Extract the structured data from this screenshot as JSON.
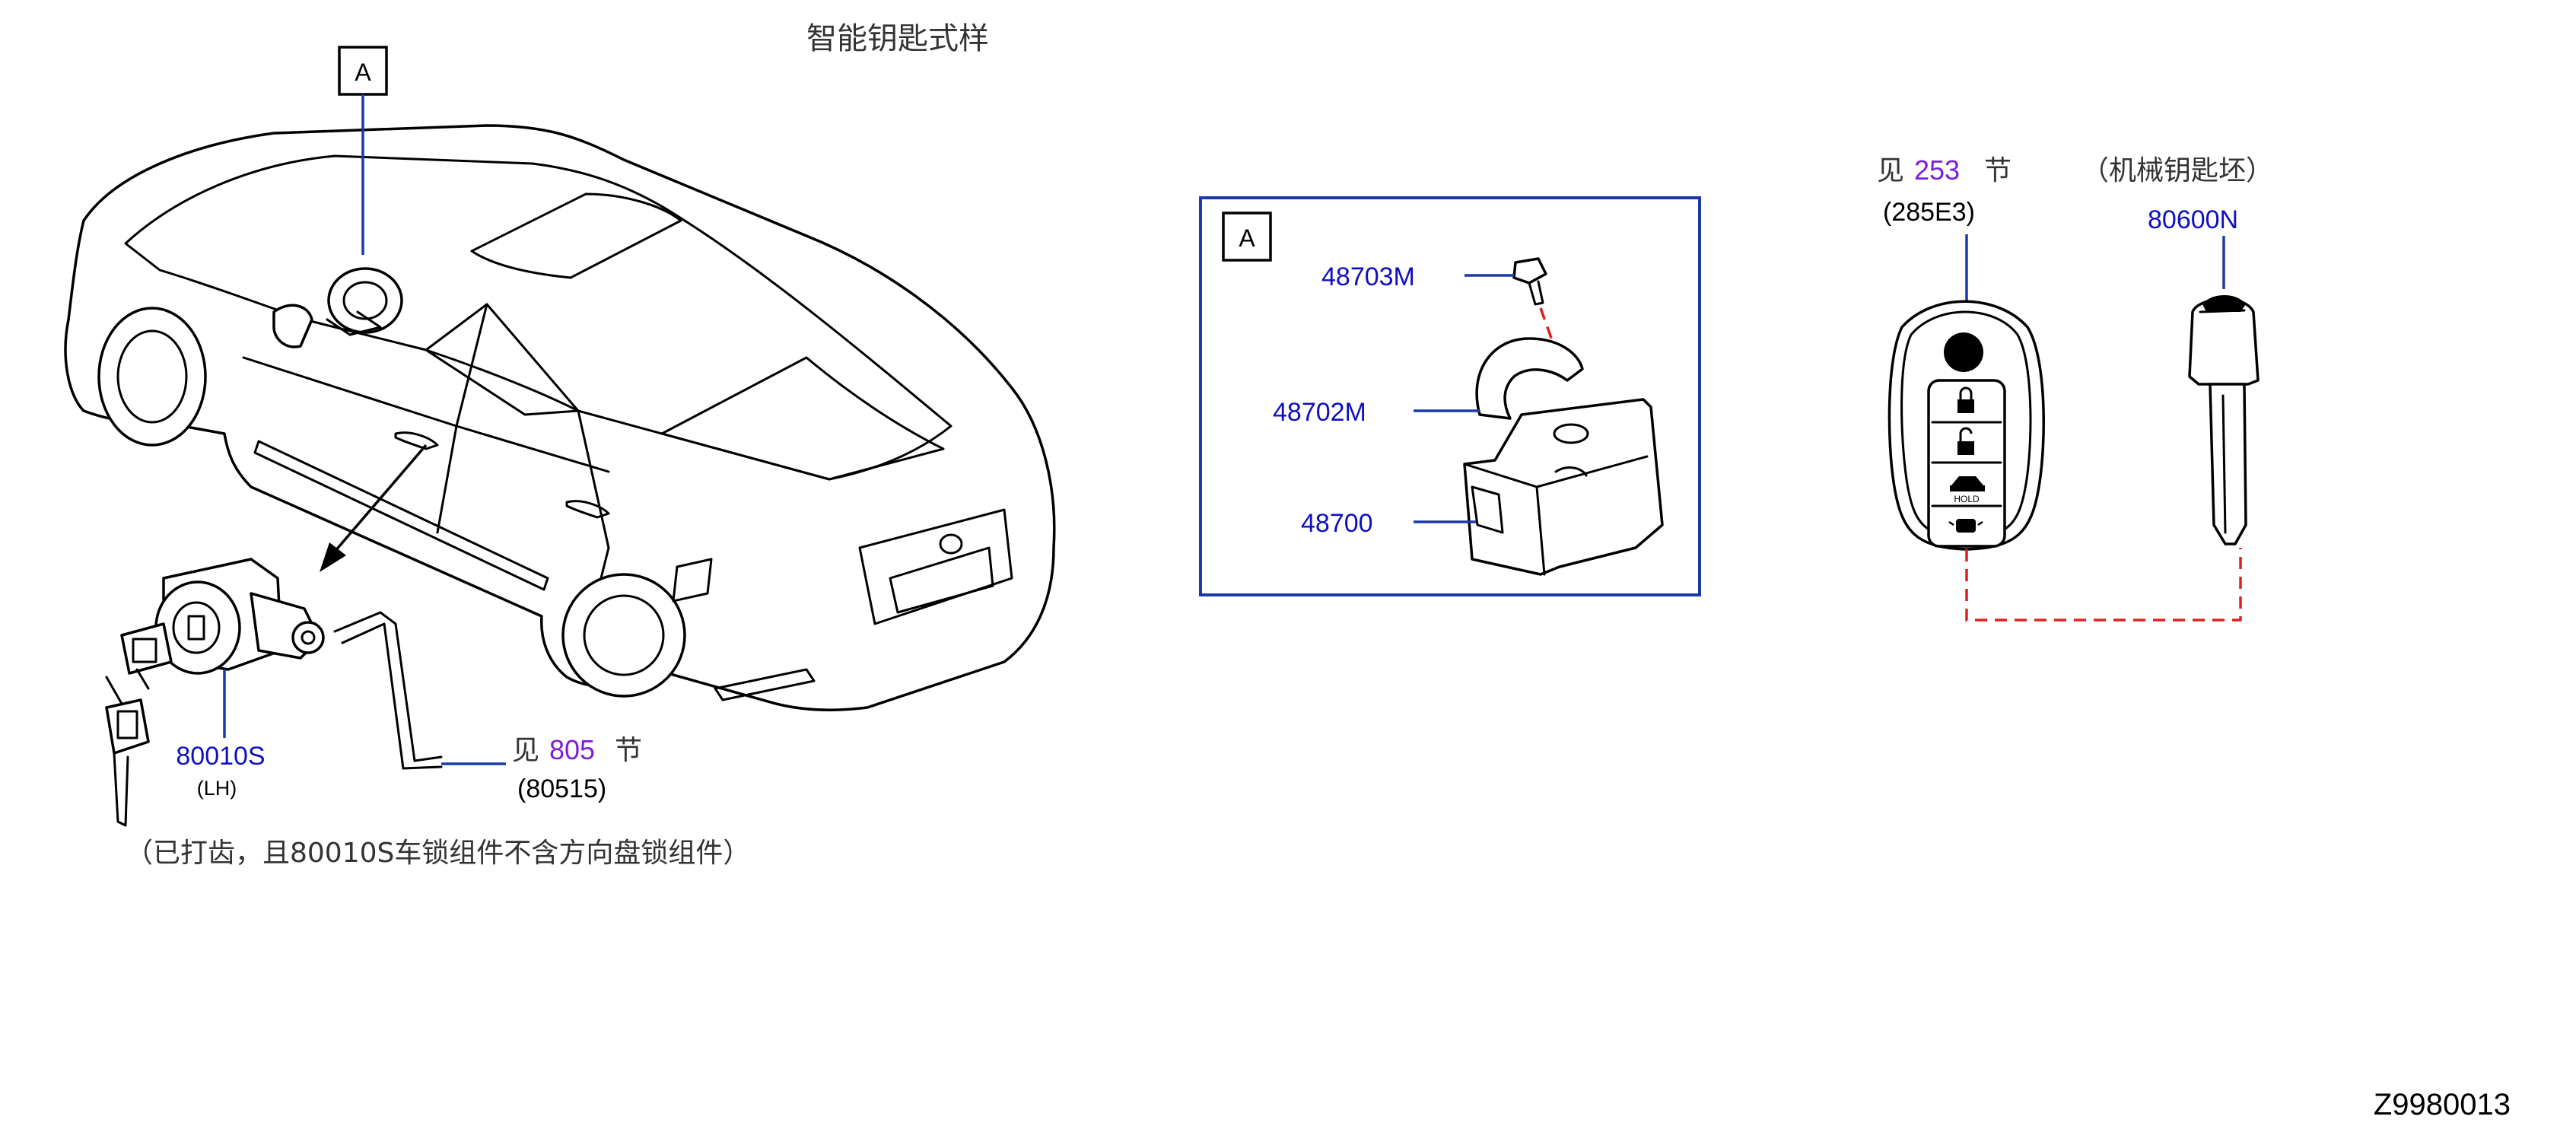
{
  "title": "智能钥匙式样",
  "callouts": {
    "a_main": "A",
    "a_detail": "A"
  },
  "parts": {
    "p80010S": "80010S",
    "p80010S_sub": "(LH)",
    "see_805_prefix": "见",
    "see_805_num": "805",
    "see_805_suffix": "节",
    "p80515": "(80515)",
    "p48703M": "48703M",
    "p48702M": "48702M",
    "p48700": "48700",
    "see_253_prefix": "见",
    "see_253_num": "253",
    "see_253_suffix": "节",
    "p285E3": "(285E3)",
    "mech_blank": "（机械钥匙坯）",
    "p80600N": "80600N",
    "hold_label": "HOLD"
  },
  "note": "（已打齿，且80010S车锁组件不含方向盘锁组件）",
  "drawing_id": "Z9980013",
  "colors": {
    "label_blue": "#1010c0",
    "section_purple": "#7a20d8",
    "leader_blue": "#1a3aa8",
    "dash_red": "#e02020"
  }
}
